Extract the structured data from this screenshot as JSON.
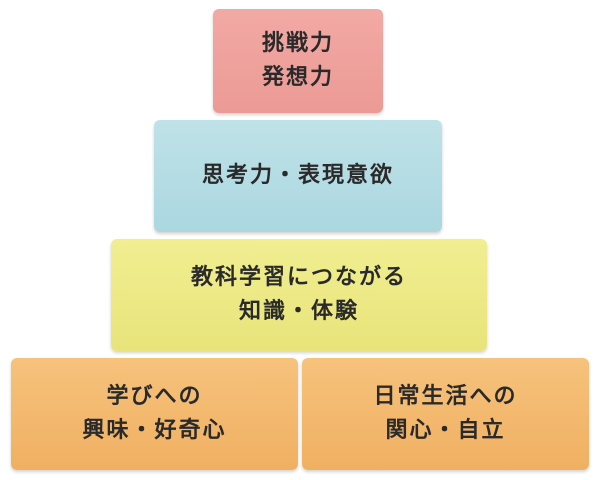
{
  "pyramid": {
    "top": {
      "lines": [
        "挑戦力",
        "発想力"
      ],
      "color": "#ec9a95"
    },
    "second": {
      "lines": [
        "思考力・表現意欲"
      ],
      "color": "#abd7e0"
    },
    "third": {
      "lines": [
        "教科学習につながる",
        "知識・体験"
      ],
      "color": "#e8e47a"
    },
    "bottom_left": {
      "lines": [
        "学びへの",
        "興味・好奇心"
      ],
      "color": "#f0b062"
    },
    "bottom_right": {
      "lines": [
        "日常生活への",
        "関心・自立"
      ],
      "color": "#f0b062"
    }
  }
}
